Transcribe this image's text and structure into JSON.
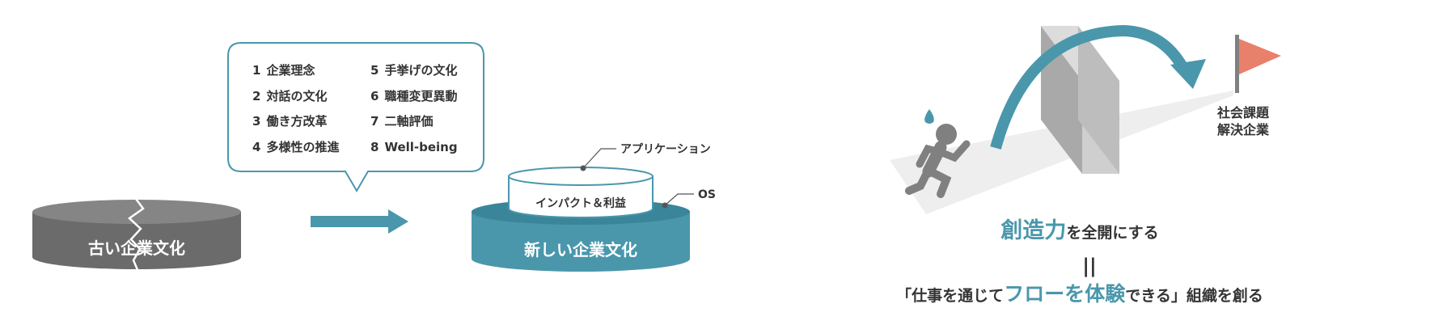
{
  "colors": {
    "teal": "#4a97ac",
    "teal_dark": "#3a8599",
    "gray_dark": "#6b6b6b",
    "gray_light": "#ececec",
    "wall": "#c8c8c8",
    "flag": "#e8806b",
    "text": "#333333"
  },
  "left": {
    "bubble_items": [
      {
        "num": "1",
        "text": "企業理念"
      },
      {
        "num": "2",
        "text": "対話の文化"
      },
      {
        "num": "3",
        "text": "働き方改革"
      },
      {
        "num": "4",
        "text": "多様性の推進"
      },
      {
        "num": "5",
        "text": "手挙げの文化"
      },
      {
        "num": "6",
        "text": "職種変更異動"
      },
      {
        "num": "7",
        "text": "二軸評価"
      },
      {
        "num": "8",
        "text": "Well-being"
      }
    ],
    "old_culture": "古い企業文化",
    "new_culture": "新しい企業文化",
    "inner_layer": "インパクト＆利益",
    "callout_app": "アプリケーション",
    "callout_os": "OS"
  },
  "right": {
    "goal_line1": "社会課題",
    "goal_line2": "解決企業",
    "headline_emphasis": "創造力",
    "headline_rest": "を全開にする",
    "equals_mark": "||",
    "mission_open": "「仕事を通じて",
    "mission_emphasis": "フローを体験",
    "mission_close": "できる」組織を創る",
    "icons": [
      "running-person-icon",
      "sweat-drop-icon",
      "wall-icon",
      "jump-arrow-icon",
      "goal-flag-icon"
    ]
  }
}
